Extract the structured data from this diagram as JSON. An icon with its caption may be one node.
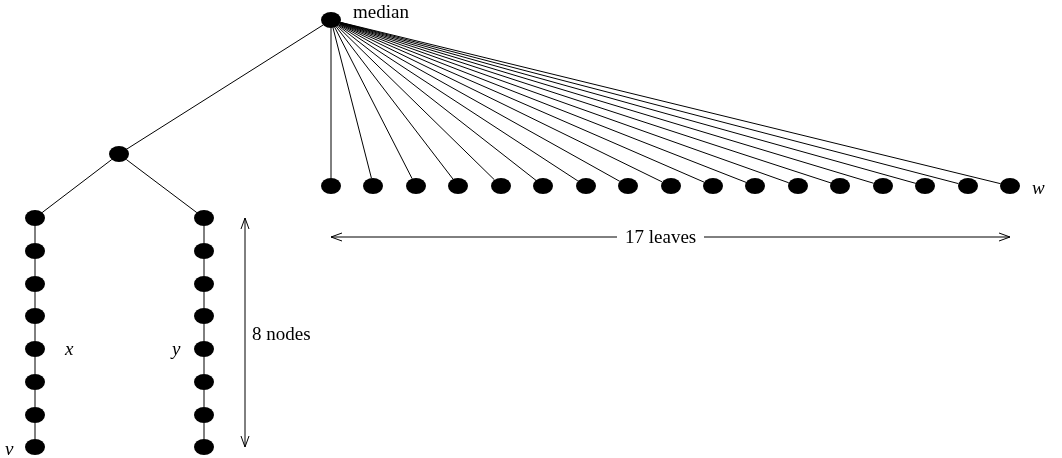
{
  "diagram": {
    "nodes": [
      {
        "text": [],
        "shape": "circle",
        "beside": [
          "median"
        ]
      },
      {
        "text": [],
        "shape": "circle"
      },
      {
        "text": [],
        "shape": "circle"
      },
      {
        "text": [],
        "shape": "circle"
      },
      {
        "text": [],
        "shape": "circle"
      },
      {
        "text": [],
        "shape": "circle"
      },
      {
        "text": [],
        "shape": "circle"
      },
      {
        "text": [],
        "shape": "circle"
      },
      {
        "text": [],
        "shape": "circle"
      },
      {
        "text": [],
        "shape": "circle"
      },
      {
        "text": [],
        "shape": "circle"
      },
      {
        "text": [],
        "shape": "circle"
      },
      {
        "text": [],
        "shape": "circle"
      },
      {
        "text": [],
        "shape": "circle"
      },
      {
        "text": [],
        "shape": "circle"
      },
      {
        "text": [],
        "shape": "circle"
      },
      {
        "text": [],
        "shape": "circle"
      },
      {
        "text": [],
        "shape": "circle"
      },
      {
        "text": [],
        "shape": "circle",
        "beside": [
          "w"
        ]
      },
      {
        "text": [],
        "shape": "circle"
      },
      {
        "text": [],
        "shape": "circle"
      },
      {
        "text": [],
        "shape": "circle"
      },
      {
        "text": [],
        "shape": "circle"
      },
      {
        "text": [],
        "shape": "circle",
        "beside": [
          "x"
        ]
      },
      {
        "text": [],
        "shape": "circle"
      },
      {
        "text": [],
        "shape": "circle"
      },
      {
        "text": [],
        "shape": "circle",
        "beside": [
          "v"
        ]
      },
      {
        "text": [],
        "shape": "circle"
      },
      {
        "text": [],
        "shape": "circle"
      },
      {
        "text": [],
        "shape": "circle"
      },
      {
        "text": [],
        "shape": "circle"
      },
      {
        "text": [],
        "shape": "circle",
        "beside": [
          "y"
        ]
      },
      {
        "text": [],
        "shape": "circle"
      },
      {
        "text": [],
        "shape": "circle"
      },
      {
        "text": [],
        "shape": "circle"
      }
    ],
    "edges": [
      {
        "from": 0,
        "to": 1,
        "arrow": "none"
      },
      {
        "from": 0,
        "to": 2,
        "arrow": "none"
      },
      {
        "from": 0,
        "to": 3,
        "arrow": "none"
      },
      {
        "from": 0,
        "to": 4,
        "arrow": "none"
      },
      {
        "from": 0,
        "to": 5,
        "arrow": "none"
      },
      {
        "from": 0,
        "to": 6,
        "arrow": "none"
      },
      {
        "from": 0,
        "to": 7,
        "arrow": "none"
      },
      {
        "from": 0,
        "to": 8,
        "arrow": "none"
      },
      {
        "from": 0,
        "to": 9,
        "arrow": "none"
      },
      {
        "from": 0,
        "to": 10,
        "arrow": "none"
      },
      {
        "from": 0,
        "to": 11,
        "arrow": "none"
      },
      {
        "from": 0,
        "to": 12,
        "arrow": "none"
      },
      {
        "from": 0,
        "to": 13,
        "arrow": "none"
      },
      {
        "from": 0,
        "to": 14,
        "arrow": "none"
      },
      {
        "from": 0,
        "to": 15,
        "arrow": "none"
      },
      {
        "from": 0,
        "to": 16,
        "arrow": "none"
      },
      {
        "from": 0,
        "to": 17,
        "arrow": "none"
      },
      {
        "from": 0,
        "to": 18,
        "arrow": "none"
      },
      {
        "from": 1,
        "to": 19,
        "arrow": "none"
      },
      {
        "from": 1,
        "to": 27,
        "arrow": "none"
      },
      {
        "from": 19,
        "to": 20,
        "arrow": "none"
      },
      {
        "from": 20,
        "to": 21,
        "arrow": "none"
      },
      {
        "from": 21,
        "to": 22,
        "arrow": "none"
      },
      {
        "from": 22,
        "to": 23,
        "arrow": "none"
      },
      {
        "from": 23,
        "to": 24,
        "arrow": "none"
      },
      {
        "from": 24,
        "to": 25,
        "arrow": "none"
      },
      {
        "from": 25,
        "to": 26,
        "arrow": "none"
      },
      {
        "from": 27,
        "to": 28,
        "arrow": "none"
      },
      {
        "from": 28,
        "to": 29,
        "arrow": "none"
      },
      {
        "from": 29,
        "to": 30,
        "arrow": "none"
      },
      {
        "from": 30,
        "to": 31,
        "arrow": "none"
      },
      {
        "from": 31,
        "to": 32,
        "arrow": "none"
      },
      {
        "from": 32,
        "to": 33,
        "arrow": "none"
      },
      {
        "from": 33,
        "to": 34,
        "arrow": "none"
      }
    ],
    "labels": [
      "17 leaves",
      "8 nodes"
    ]
  }
}
